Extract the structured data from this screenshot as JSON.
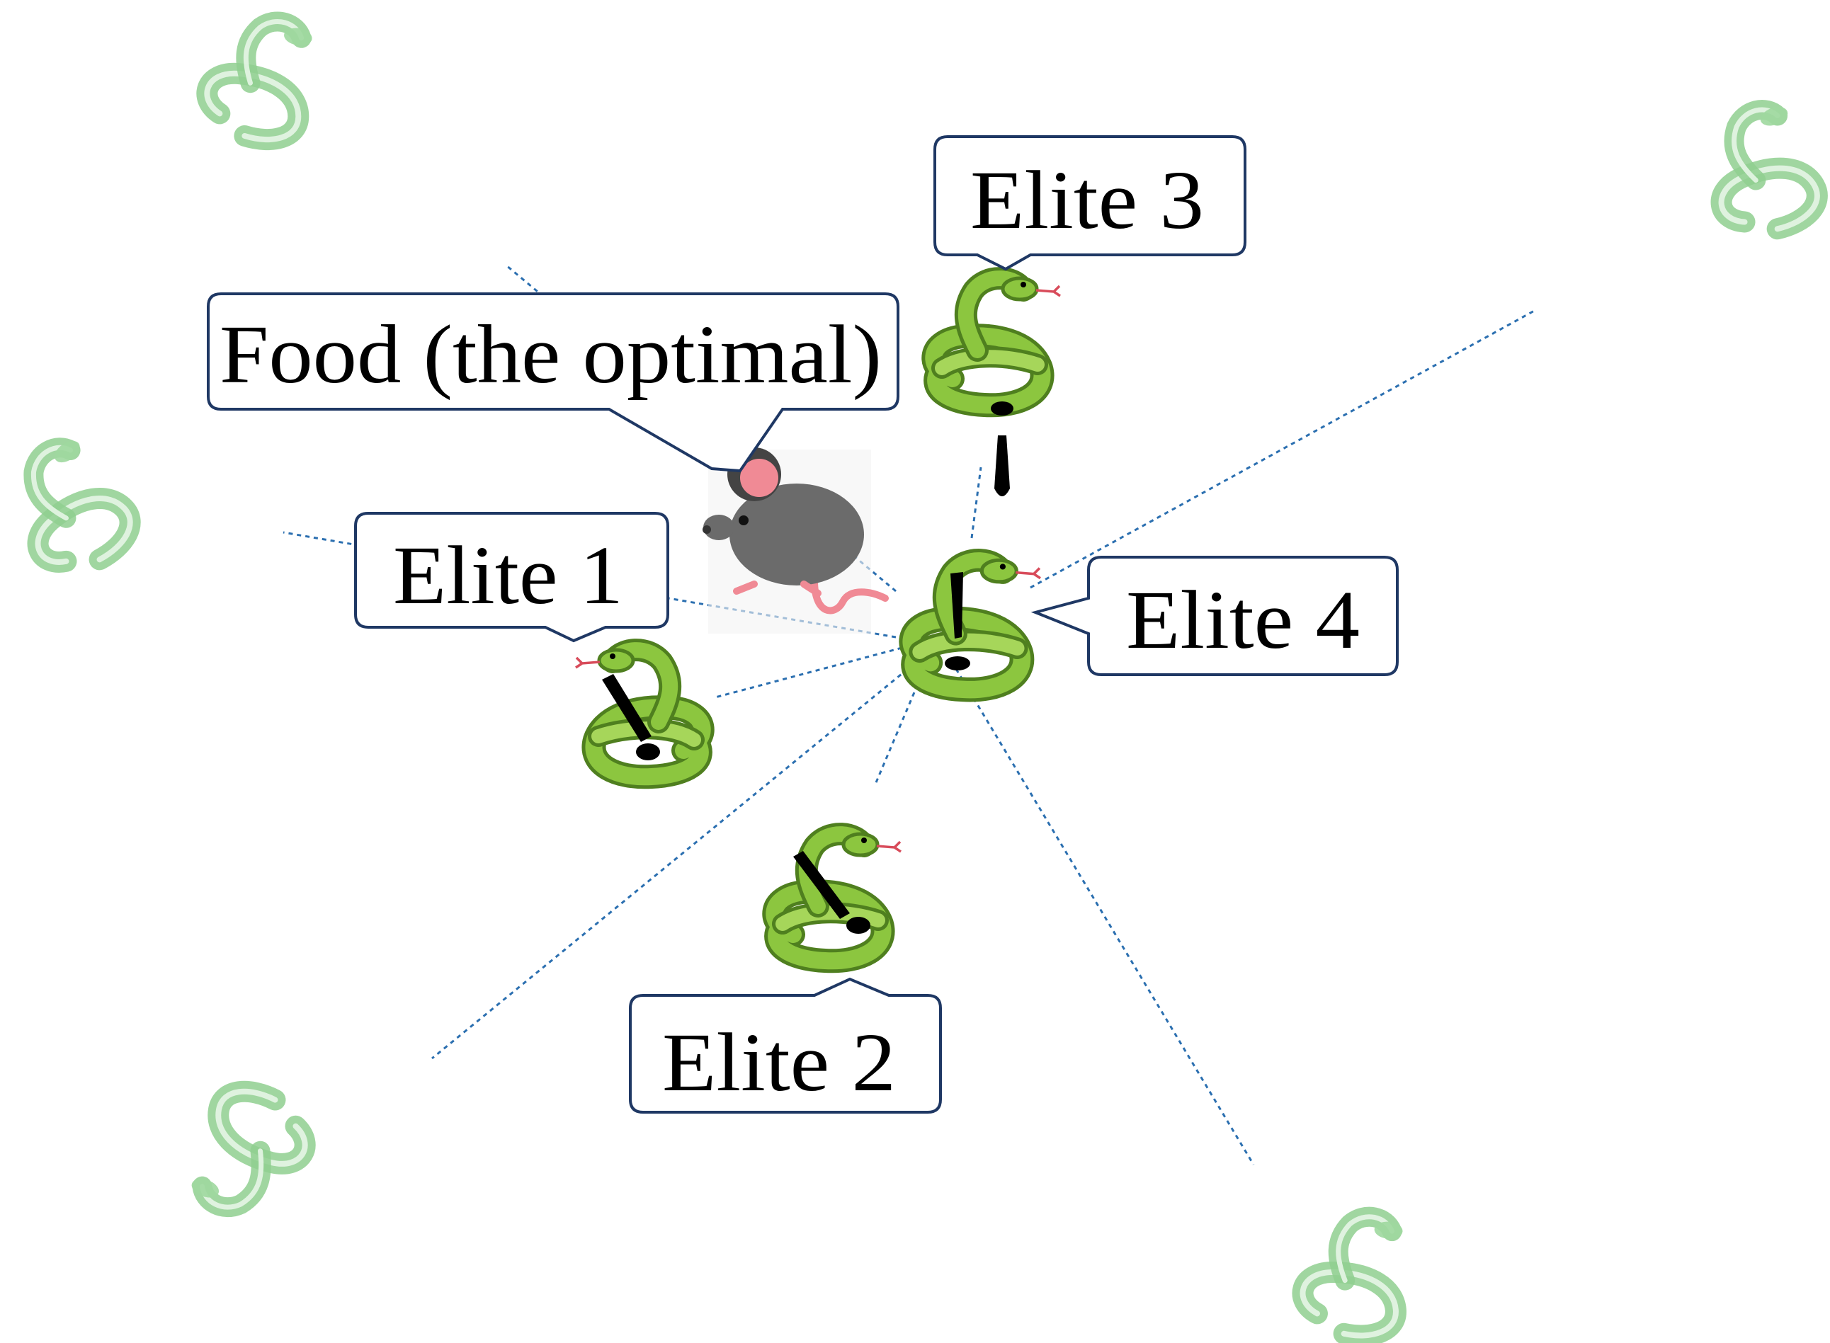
{
  "labels": {
    "food": "Food (the optimal)",
    "elite_1": "Elite 1",
    "elite_2": "Elite 2",
    "elite_3": "Elite 3",
    "elite_4": "Elite 4"
  },
  "icons": {
    "food": "mouse-icon",
    "elite": "snake-icon",
    "population": "faded-snake-icon"
  },
  "colors": {
    "dotted_line": "#2b6fb0",
    "callout_border": "#1f3864",
    "snake_body": "#8cc63f",
    "snake_dark": "#4f7f1f",
    "faded_snake": "#8fcf8f",
    "mouse_body": "#6b6b6b",
    "mouse_pink": "#f08a95"
  }
}
